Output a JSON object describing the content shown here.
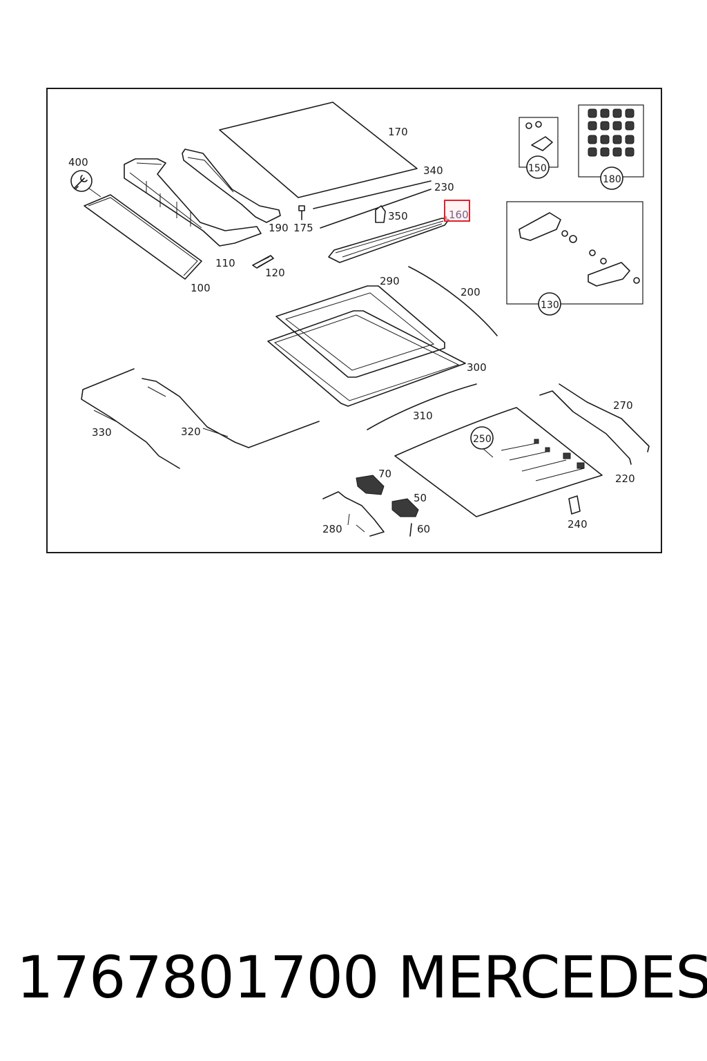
{
  "diagram": {
    "highlighted_callout": "160",
    "highlight_color": "#e0202a",
    "callouts": {
      "c400": "400",
      "c100": "100",
      "c110": "110",
      "c120": "120",
      "c190": "190",
      "c175": "175",
      "c170": "170",
      "c340": "340",
      "c230": "230",
      "c350": "350",
      "c160": "160",
      "c150": "150",
      "c180": "180",
      "c130": "130",
      "c290": "290",
      "c200": "200",
      "c300": "300",
      "c310": "310",
      "c330": "330",
      "c320": "320",
      "c250": "250",
      "c270": "270",
      "c220": "220",
      "c240": "240",
      "c70": "70",
      "c50": "50",
      "c60": "60",
      "c280": "280"
    }
  },
  "footer": {
    "part_number": "1767801700",
    "brand": "MERCEDES"
  }
}
